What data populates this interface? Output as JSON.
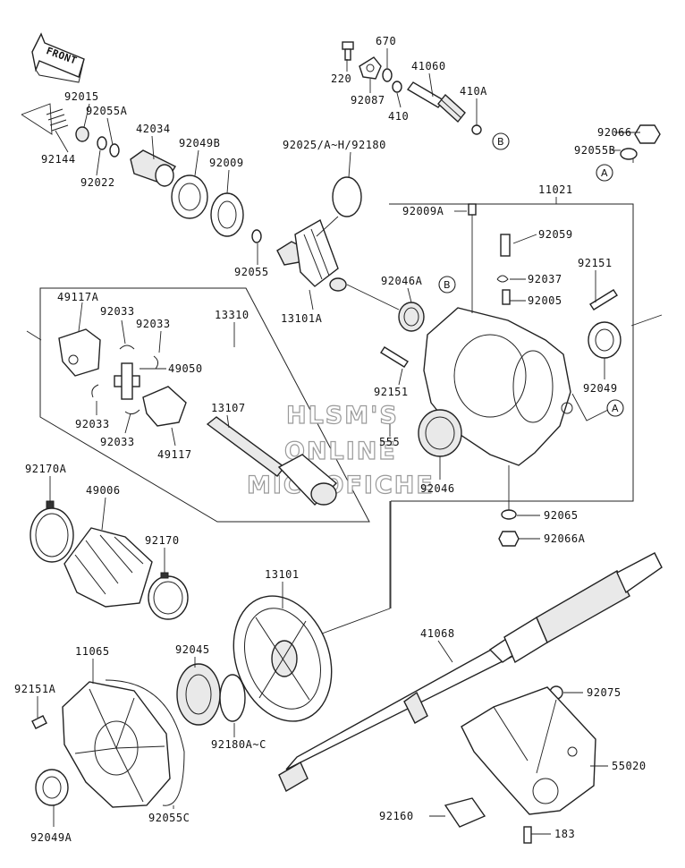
{
  "front_arrow": {
    "text": "FRONT"
  },
  "watermark": {
    "line1": "HLSM'S",
    "line2": "ONLINE",
    "line3": "MICROFICHE"
  },
  "references": {
    "a1": "A",
    "a2": "A",
    "b1": "B",
    "b2": "B"
  },
  "labels": {
    "p670": "670",
    "p220": "220",
    "p92087": "92087",
    "p410": "410",
    "p41060": "41060",
    "p410A": "410A",
    "p92015": "92015",
    "p92055A": "92055A",
    "p42034": "42034",
    "p92049B": "92049B",
    "p92009": "92009",
    "p92144": "92144",
    "p92022": "92022",
    "p92025": "92025/A~H/92180",
    "p92066": "92066",
    "p92055B": "92055B",
    "p11021": "11021",
    "p92009A": "92009A",
    "p92055": "92055",
    "p92059": "92059",
    "p92037": "92037",
    "p92151a": "92151",
    "p92046A": "92046A",
    "p92005": "92005",
    "p13101A": "13101A",
    "p49117A": "49117A",
    "p92033a": "92033",
    "p92033b": "92033",
    "p13310": "13310",
    "p49050": "49050",
    "p92151b": "92151",
    "p92049": "92049",
    "p13107": "13107",
    "p92033c": "92033",
    "p92033d": "92033",
    "p49117": "49117",
    "p555": "555",
    "p92046": "92046",
    "p92170A": "92170A",
    "p49006": "49006",
    "p92170": "92170",
    "p92065": "92065",
    "p92066A": "92066A",
    "p13101": "13101",
    "p11065": "11065",
    "p92045": "92045",
    "p41068": "41068",
    "p92151A": "92151A",
    "p92075": "92075",
    "p92180A": "92180A~C",
    "p55020": "55020",
    "p92049A": "92049A",
    "p92055C": "92055C",
    "p92160": "92160",
    "p183": "183"
  }
}
